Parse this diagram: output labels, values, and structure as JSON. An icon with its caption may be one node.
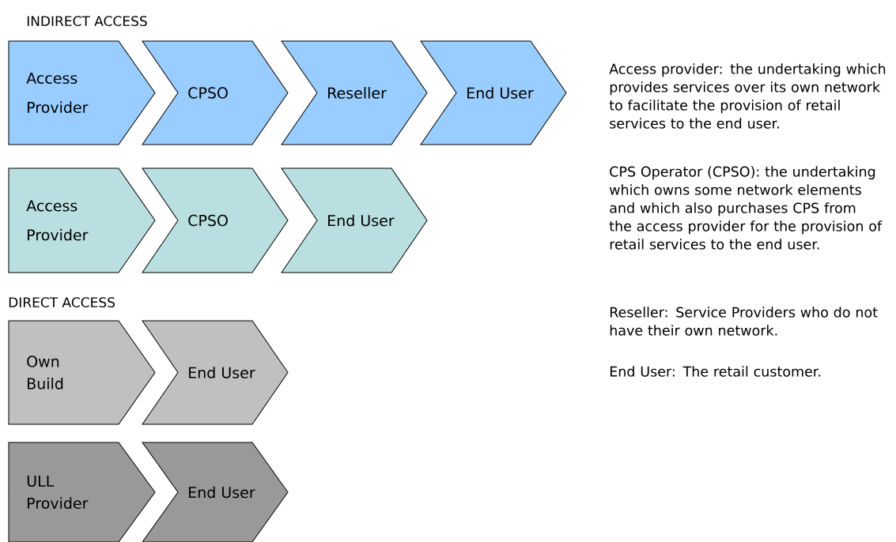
{
  "diagram": {
    "nodes": [
      {
        "text": [
          "Access Provider"
        ]
      },
      {
        "text": [
          "CPSO"
        ]
      },
      {
        "text": [
          "Reseller"
        ]
      },
      {
        "text": [
          "End User"
        ]
      },
      {
        "text": [
          "Access Provider"
        ]
      },
      {
        "text": [
          "CPSO"
        ]
      },
      {
        "text": [
          "End User"
        ]
      },
      {
        "text": [
          "Own Build"
        ]
      },
      {
        "text": [
          "End User"
        ]
      },
      {
        "text": [
          "ULL Provider"
        ]
      },
      {
        "text": [
          "End User"
        ]
      }
    ],
    "labels": [
      "INDIRECT ACCESS",
      "DIRECT ACCESS",
      "Access provider: the undertaking which provides services over its own network to facilitate the provision of retail services to the end user.",
      "CPS Operator (CPSO): the undertaking which owns some network elements and which also purchases CPS from the access provider for the provision of retail services to the end user.",
      "Reseller: Service Providers who do not have their own network.",
      "End User: The retail customer."
    ]
  }
}
